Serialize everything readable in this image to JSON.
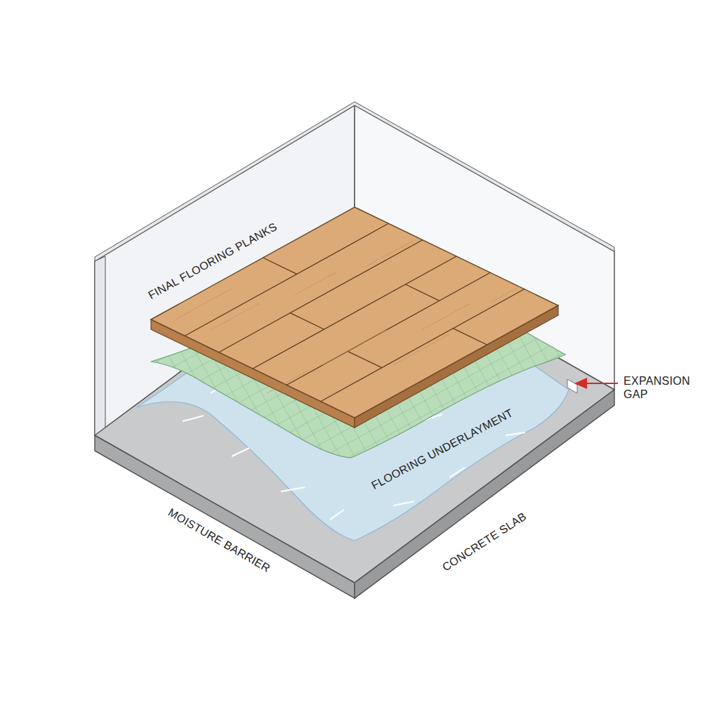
{
  "diagram": {
    "labels": [
      "FINAL FLOORING PLANKS",
      "FLOORING UNDERLAYMENT",
      "MOISTURE BARRIER",
      "CONCRETE SLAB",
      "EXPANSION GAP"
    ]
  }
}
